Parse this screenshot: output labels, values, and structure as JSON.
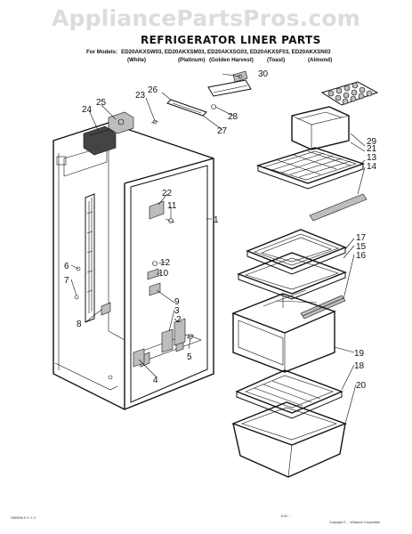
{
  "watermark": "AppliancePartsPros.com",
  "title": "REFRIGERATOR LINER PARTS",
  "models": {
    "label": "For Models:",
    "list": "ED20AKXSW03, ED20AKXSM03, ED20AKXSG03, ED20AKXSF03, ED20AKXSN03"
  },
  "colors": [
    "(White)",
    "(Platinum)",
    "(Golden Harvest)",
    "(Toast)",
    "(Almond)"
  ],
  "callouts": [
    "1",
    "2",
    "3",
    "4",
    "5",
    "6",
    "7",
    "8",
    "9",
    "10",
    "11",
    "12",
    "13",
    "14",
    "15",
    "16",
    "17",
    "18",
    "19",
    "20",
    "21",
    "22",
    "23",
    "24",
    "25",
    "26",
    "27",
    "28",
    "29",
    "30"
  ],
  "footer": {
    "left": "4389946 K 3 / 1 0",
    "center": "6-04 ...",
    "right": "Copyright © ... Whirlpool Corporation"
  }
}
